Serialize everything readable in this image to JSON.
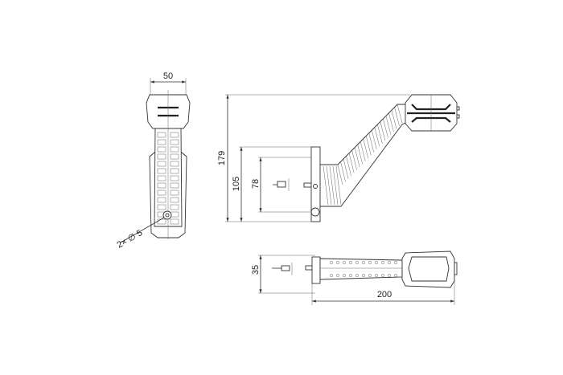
{
  "drawing": {
    "front_view": {
      "width_dim": "50",
      "hole_note": "2× ∅ 5"
    },
    "side_view": {
      "height_total_dim": "179",
      "base_height_dim": "105",
      "hole_spacing_dim": "78"
    },
    "top_view": {
      "depth_dim": "35",
      "length_dim": "200"
    }
  }
}
